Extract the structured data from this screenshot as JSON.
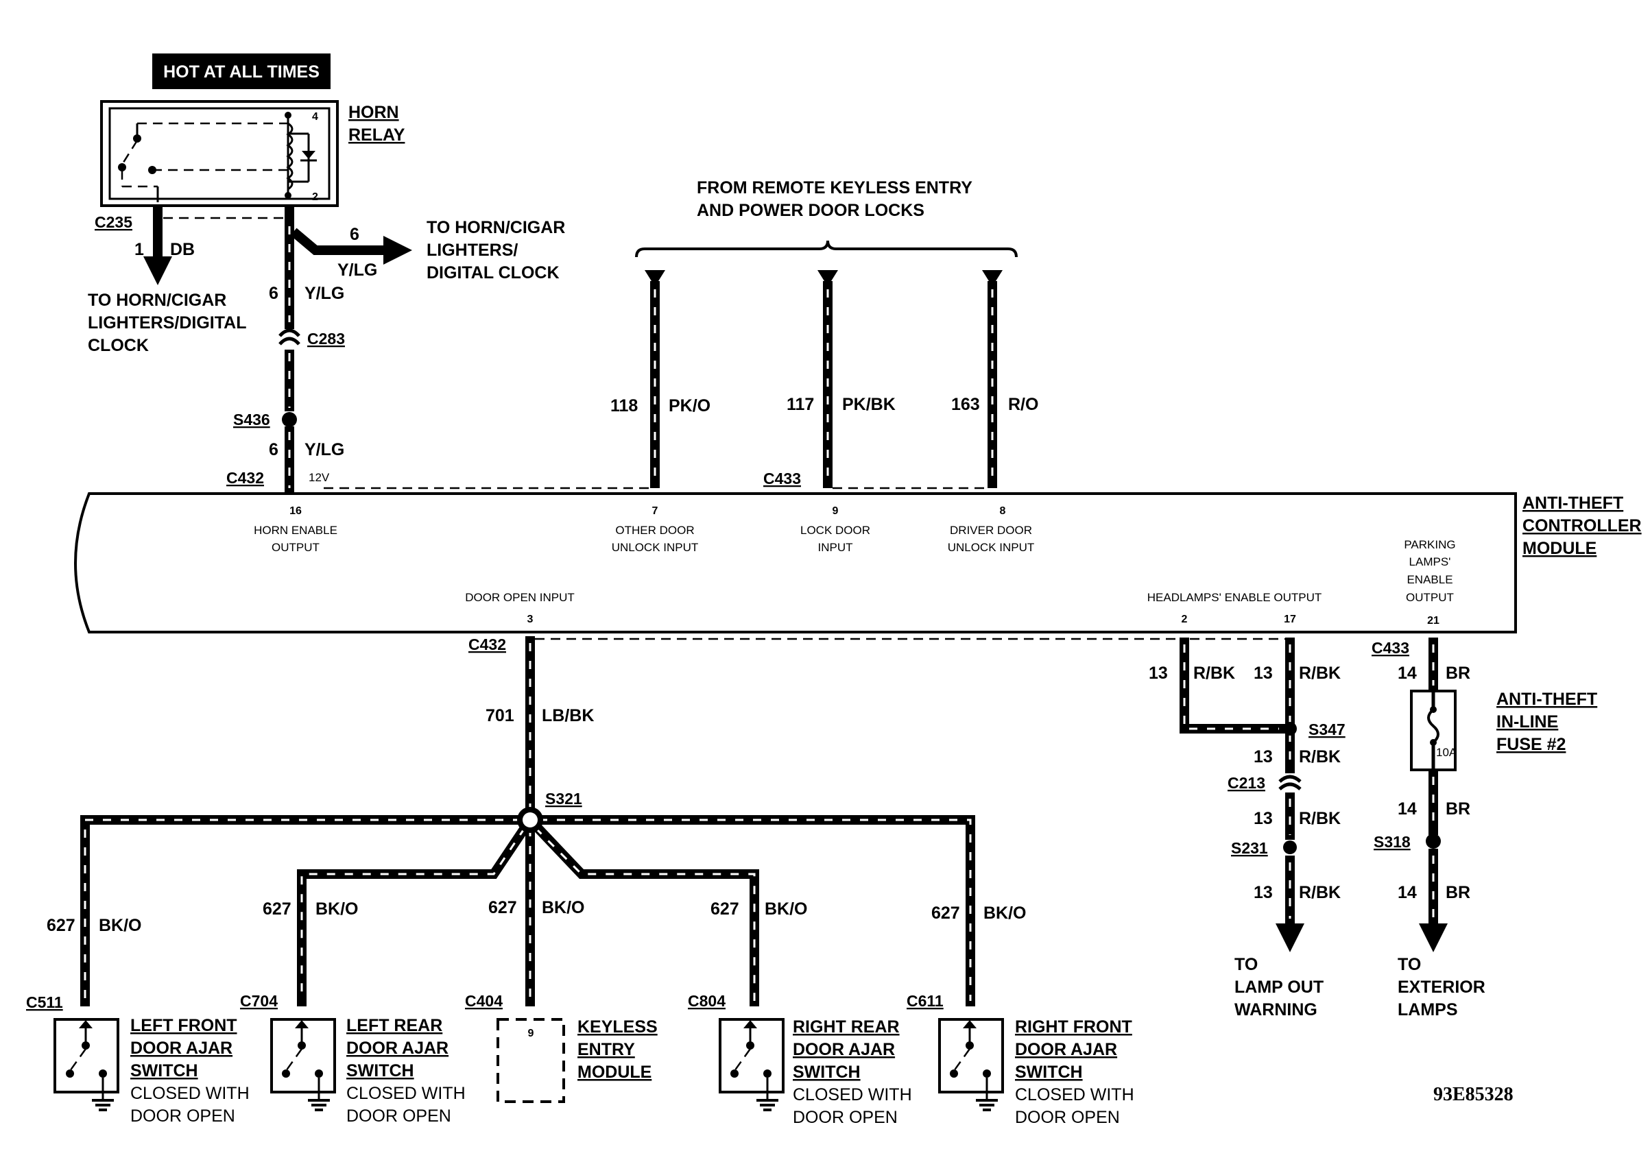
{
  "banner": "HOT AT ALL TIMES",
  "horn_relay": {
    "name": [
      "HORN",
      "RELAY"
    ],
    "pins": [
      "4",
      "2"
    ]
  },
  "c235": {
    "connector": "C235",
    "circuit": "1",
    "color": "DB",
    "dest": [
      "TO HORN/CIGAR",
      "LIGHTERS/DIGITAL",
      "CLOCK"
    ]
  },
  "branch_right": {
    "circuit": "6",
    "color": "Y/LG",
    "dest": [
      "TO HORN/CIGAR",
      "LIGHTERS/",
      "DIGITAL CLOCK"
    ]
  },
  "horn_wire": {
    "circuit": "6",
    "color": "Y/LG",
    "c283": "C283",
    "s436": "S436",
    "circuit2": "6",
    "color2": "Y/LG",
    "c432": "C432",
    "volt": "12V"
  },
  "remote": {
    "title": [
      "FROM REMOTE KEYLESS ENTRY",
      "AND POWER DOOR LOCKS"
    ],
    "c433": "C433",
    "wires": [
      {
        "circuit": "118",
        "color": "PK/O"
      },
      {
        "circuit": "117",
        "color": "PK/BK"
      },
      {
        "circuit": "163",
        "color": "R/O"
      }
    ]
  },
  "module": {
    "name": [
      "ANTI-THEFT",
      "CONTROLLER",
      "MODULE"
    ],
    "horn_pin": "16",
    "horn_label": [
      "HORN ENABLE",
      "OUTPUT"
    ],
    "p7": "7",
    "p7_label": [
      "OTHER DOOR",
      "UNLOCK INPUT"
    ],
    "p9": "9",
    "p9_label": [
      "LOCK DOOR",
      "INPUT"
    ],
    "p8": "8",
    "p8_label": [
      "DRIVER DOOR",
      "UNLOCK  INPUT"
    ],
    "park_label": [
      "PARKING",
      "LAMPS'",
      "ENABLE",
      "OUTPUT"
    ],
    "p21": "21",
    "door_open": "DOOR OPEN INPUT",
    "p3": "3",
    "headlamps": "HEADLAMPS' ENABLE OUTPUT",
    "p2": "2",
    "p17": "17"
  },
  "door_input": {
    "c432": "C432",
    "circuit": "701",
    "color": "LB/BK",
    "splice": "S321"
  },
  "switches": [
    {
      "circuit": "627",
      "color": "BK/O",
      "connector": "C511",
      "name": [
        "LEFT FRONT",
        "DOOR AJAR",
        "SWITCH"
      ],
      "note": [
        "CLOSED WITH",
        "DOOR OPEN"
      ]
    },
    {
      "circuit": "627",
      "color": "BK/O",
      "connector": "C704",
      "name": [
        "LEFT REAR",
        "DOOR AJAR",
        "SWITCH"
      ],
      "note": [
        "CLOSED WITH",
        "DOOR OPEN"
      ]
    },
    {
      "circuit": "627",
      "color": "BK/O",
      "connector": "C404",
      "name": [
        "KEYLESS",
        "ENTRY",
        "MODULE"
      ],
      "pin": "9"
    },
    {
      "circuit": "627",
      "color": "BK/O",
      "connector": "C804",
      "name": [
        "RIGHT REAR",
        "DOOR AJAR",
        "SWITCH"
      ],
      "note": [
        "CLOSED WITH",
        "DOOR OPEN"
      ]
    },
    {
      "circuit": "627",
      "color": "BK/O",
      "connector": "C611",
      "name": [
        "RIGHT FRONT",
        "DOOR AJAR",
        "SWITCH"
      ],
      "note": [
        "CLOSED WITH",
        "DOOR OPEN"
      ]
    }
  ],
  "headlamp": {
    "w2c": "13",
    "w2col": "R/BK",
    "w17c": "13",
    "w17col": "R/BK",
    "s347": "S347",
    "c1": "13",
    "col1": "R/BK",
    "c213": "C213",
    "c2": "13",
    "col2": "R/BK",
    "s231": "S231",
    "c3": "13",
    "col3": "R/BK",
    "dest": [
      "TO",
      "LAMP OUT",
      "WARNING"
    ]
  },
  "parking": {
    "c433": "C433",
    "c1": "14",
    "col1": "BR",
    "fuse": [
      "ANTI-THEFT",
      "IN-LINE",
      "FUSE #2"
    ],
    "rating": "10A",
    "c2": "14",
    "col2": "BR",
    "s318": "S318",
    "c3": "14",
    "col3": "BR",
    "dest": [
      "TO",
      "EXTERIOR",
      "LAMPS"
    ]
  },
  "figure_id": "93E85328"
}
